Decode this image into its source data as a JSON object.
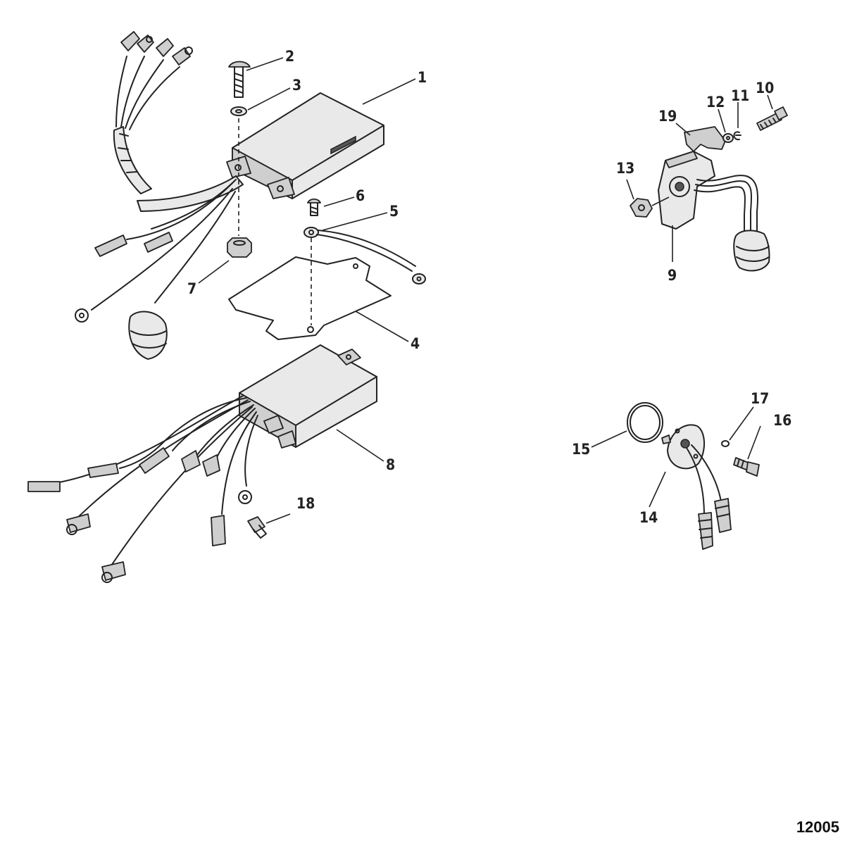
{
  "figure_number": "12005",
  "callouts": [
    "1",
    "2",
    "3",
    "4",
    "5",
    "6",
    "7",
    "8",
    "9",
    "10",
    "11",
    "12",
    "13",
    "14",
    "15",
    "16",
    "17",
    "18",
    "19"
  ]
}
